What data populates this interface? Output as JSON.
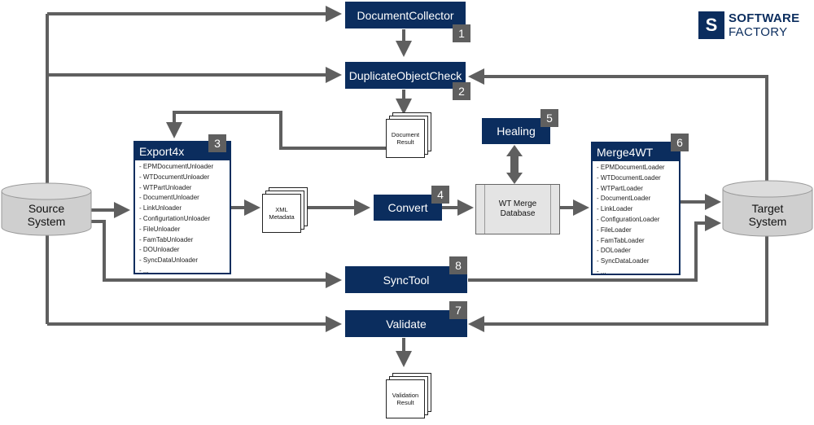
{
  "logo": {
    "mark": "S",
    "line1": "SOFTWARE",
    "line2": "FACTORY"
  },
  "steps": {
    "document_collector": {
      "label": "DocumentCollector",
      "number": "1"
    },
    "duplicate_object_check": {
      "label": "DuplicateObjectCheck",
      "number": "2"
    },
    "export4x": {
      "label": "Export4x",
      "number": "3",
      "items": [
        "- EPMDocumentUnloader",
        "- WTDocumentUnloader",
        "- WTPartUnloader",
        "- DocumentUnloader",
        "- LinkUnloader",
        "- ConfigurtationUnloader",
        "- FileUnloader",
        "- FamTabUnloader",
        "- DOUnloader",
        "- SyncDataUnloader",
        "- ..."
      ]
    },
    "convert": {
      "label": "Convert",
      "number": "4"
    },
    "healing": {
      "label": "Healing",
      "number": "5"
    },
    "merge4wt": {
      "label": "Merge4WT",
      "number": "6",
      "items": [
        "- EPMDocumentLoader",
        "- WTDocumentLoader",
        "- WTPartLoader",
        "- DocumentLoader",
        "- LinkLoader",
        "- ConfigurationLoader",
        "- FileLoader",
        "- FamTabLoader",
        "- DOLoader",
        "- SyncDataLoader",
        "- ..."
      ]
    },
    "validate": {
      "label": "Validate",
      "number": "7"
    },
    "synctool": {
      "label": "SyncTool",
      "number": "8"
    }
  },
  "source_system": {
    "line1": "Source",
    "line2": "System"
  },
  "target_system": {
    "line1": "Target",
    "line2": "System"
  },
  "documents": {
    "document_result": {
      "line1": "Document",
      "line2": "Result"
    },
    "xml_metadata": {
      "line1": "XML",
      "line2": "Metadata"
    },
    "validation_result": {
      "line1": "Validation",
      "line2": "Result"
    }
  },
  "wt_merge_database": {
    "line1": "WT Merge",
    "line2": "Database"
  },
  "colors": {
    "navy": "#0b2d5e",
    "badge": "#5f5f5f",
    "arrow": "#5f5f5f",
    "database": "#cfcfcf"
  }
}
